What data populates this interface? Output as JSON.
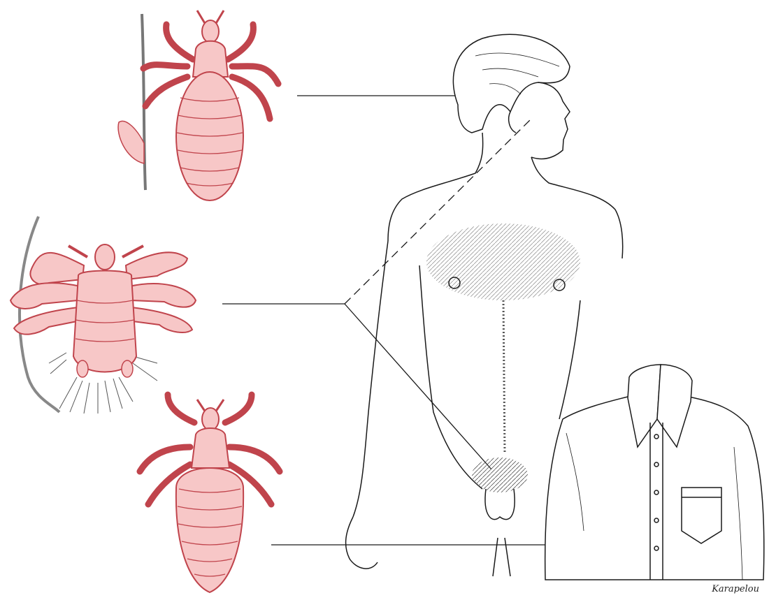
{
  "figure": {
    "subjects": [
      "head-louse",
      "pubic-louse",
      "body-louse"
    ],
    "body_sites": [
      "scalp-hair",
      "axillary-and-pubic-hair",
      "clothing"
    ]
  },
  "colors": {
    "louse_fill": "#f7c7c7",
    "louse_stroke": "#c0444c",
    "line_art": "#1a1a1a",
    "hair": "#3a3a3a"
  },
  "signature": "Karapelou"
}
